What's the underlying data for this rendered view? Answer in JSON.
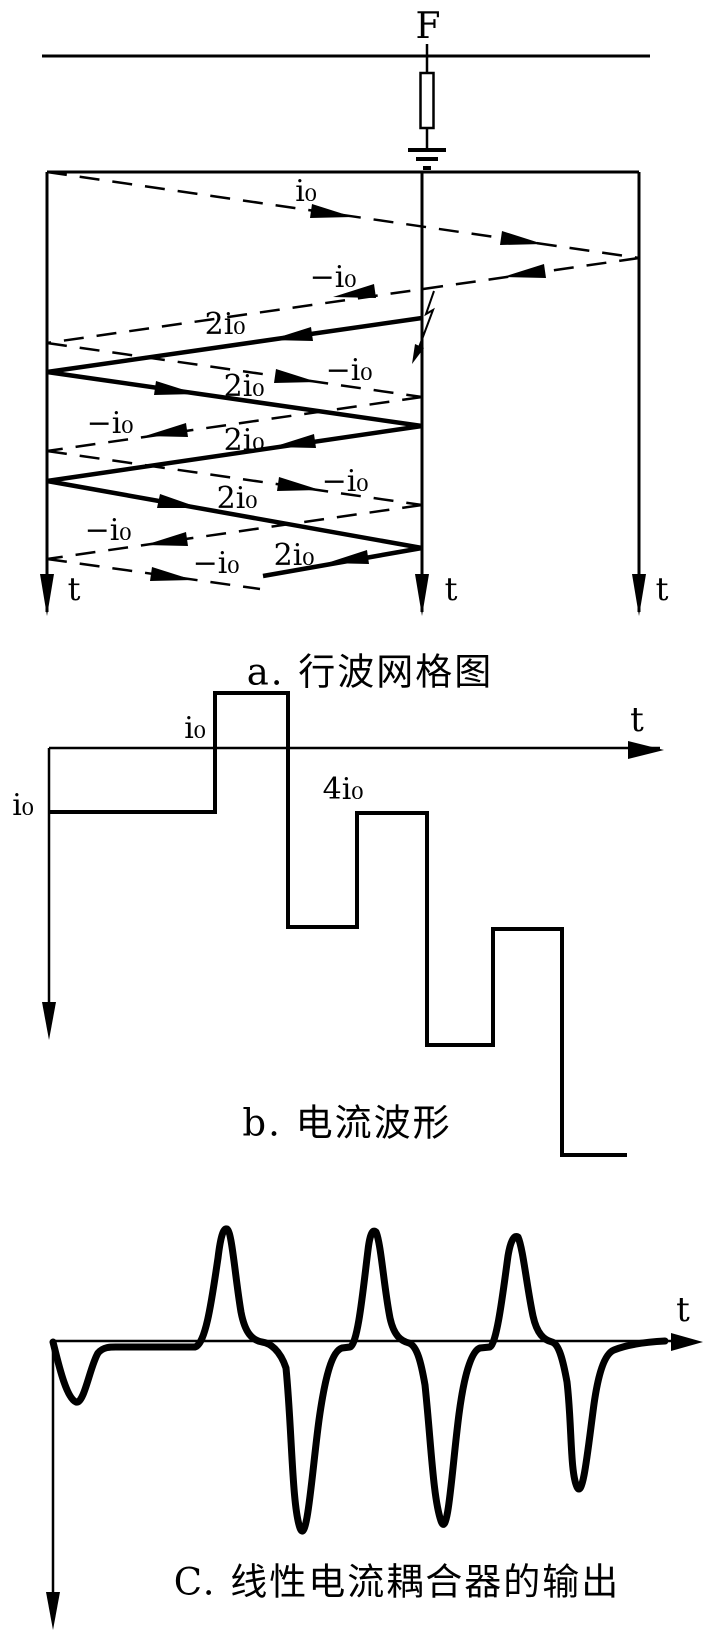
{
  "circuit": {
    "fault_point_label": "F"
  },
  "panel_a": {
    "caption": "a. 行波网格图",
    "time_axis_label": "t",
    "wave_labels": {
      "initial": "i₀",
      "neg1": "−i₀",
      "neg2": "−i₀",
      "neg3": "−i₀",
      "neg4": "−i₀",
      "neg5": "−i₀",
      "neg6": "−i₀",
      "double1": "2i₀",
      "double2": "2i₀",
      "double3": "2i₀",
      "double4": "2i₀",
      "double5": "2i₀"
    }
  },
  "panel_b": {
    "caption": "b. 电流波形",
    "time_axis_label": "t",
    "initial_level_label": "i₀",
    "step_label": "i₀",
    "peak_label": "4i₀"
  },
  "panel_c": {
    "caption": "C. 线性电流耦合器的输出",
    "time_axis_label": "t"
  }
}
